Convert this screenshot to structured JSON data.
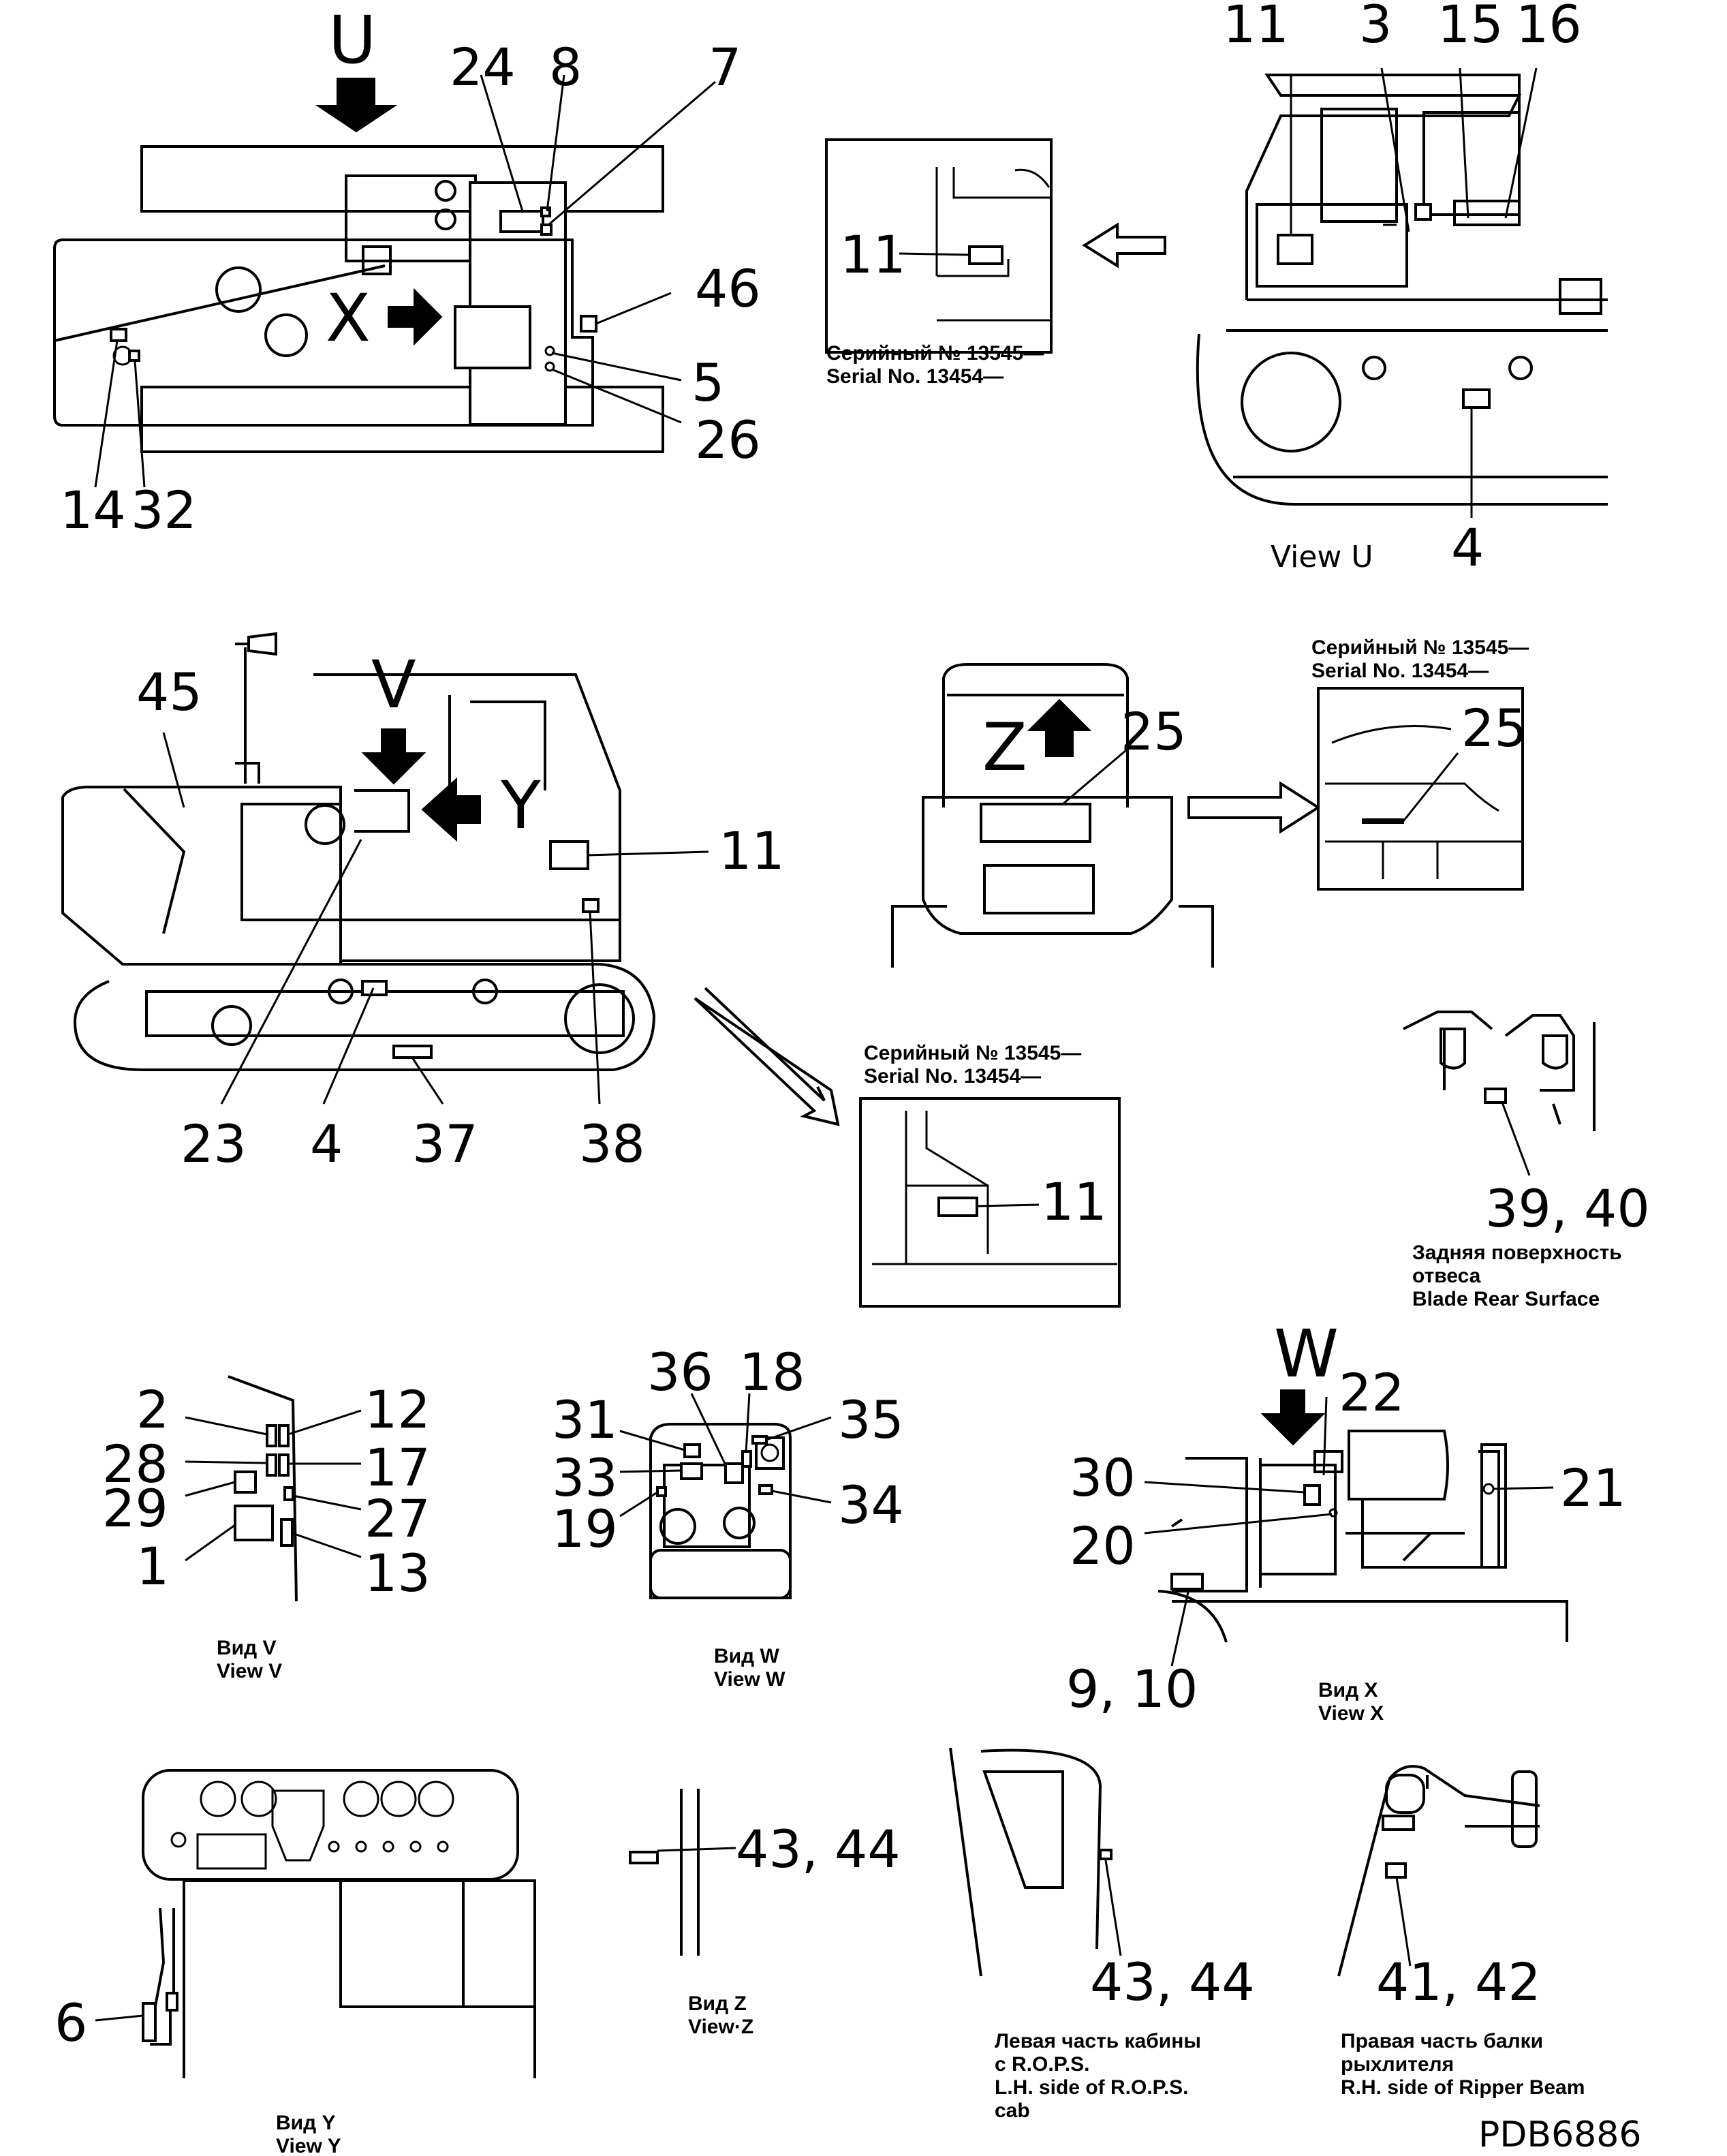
{
  "drawing_code": "PDB6886",
  "view_letters": {
    "u": "U",
    "x": "X",
    "v": "V",
    "y": "Y",
    "z": "Z",
    "w": "W"
  },
  "serial": {
    "ru": "Серийный № 13545—",
    "en": "Serial No. 13454—"
  },
  "callouts": {
    "top_left": [
      "24",
      "8",
      "7",
      "46",
      "5",
      "26",
      "14",
      "32"
    ],
    "view_u": [
      "11",
      "3",
      "15",
      "16",
      "4"
    ],
    "inset1": "11",
    "side": [
      "45",
      "11",
      "23",
      "4",
      "37",
      "38"
    ],
    "inset2": "25",
    "inset3": "11",
    "blade": "39, 40",
    "view_v": [
      "2",
      "12",
      "28",
      "17",
      "29",
      "27",
      "1",
      "13"
    ],
    "view_w": [
      "36",
      "18",
      "35",
      "31",
      "33",
      "34",
      "19"
    ],
    "view_x": [
      "22",
      "30",
      "21",
      "20",
      "9, 10"
    ],
    "view_z": "43, 44",
    "cab": "43, 44",
    "ripper": "41, 42",
    "view_y": "6"
  },
  "captions": {
    "view_u": "View U",
    "view_v": [
      "Вид V",
      "View V"
    ],
    "view_w": [
      "Вид W",
      "View W"
    ],
    "view_x": [
      "Вид X",
      "View X"
    ],
    "view_z": [
      "Вид Z",
      "View·Z"
    ],
    "view_y": [
      "Вид Y",
      "View Y"
    ],
    "blade": [
      "Задняя поверхность",
      "отвеса",
      "Blade Rear Surface"
    ],
    "cab": [
      "Левая часть кабины",
      "с R.O.P.S.",
      "L.H. side of R.O.P.S.",
      "cab"
    ],
    "ripper": [
      "Правая часть балки",
      "рыхлителя",
      "R.H. side of Ripper Beam"
    ]
  }
}
